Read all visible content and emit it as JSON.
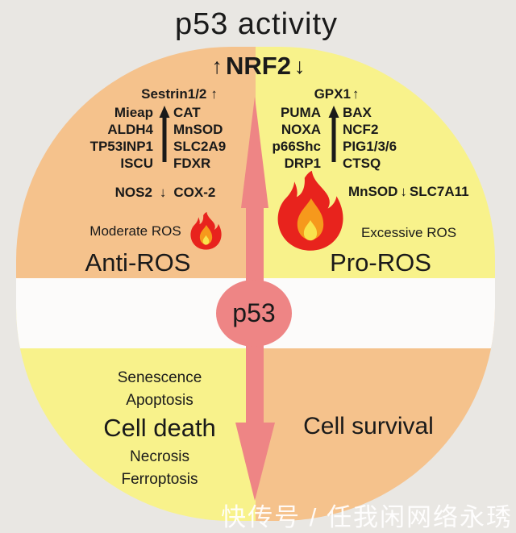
{
  "title": "p53 activity",
  "nrf2_row": {
    "up_arrow": "↑",
    "label": "NRF2",
    "down_arrow": "↓"
  },
  "center": {
    "label": "p53"
  },
  "anti_ros": {
    "header_gene": "Sestrin1/2",
    "header_arrow": "↑",
    "left_column": [
      "Mieap",
      "ALDH4",
      "TP53INP1",
      "ISCU"
    ],
    "right_column": [
      "CAT",
      "MnSOD",
      "SLC2A9",
      "FDXR"
    ],
    "pair": {
      "left": "NOS2",
      "arrow": "↓",
      "right": "COX-2"
    },
    "ros_level": "Moderate ROS",
    "label": "Anti-ROS"
  },
  "pro_ros": {
    "header_gene": "GPX1",
    "header_arrow": "↑",
    "left_column": [
      "PUMA",
      "NOXA",
      "p66Shc",
      "DRP1"
    ],
    "right_column": [
      "BAX",
      "NCF2",
      "PIG1/3/6",
      "CTSQ"
    ],
    "pair": {
      "left": "MnSOD",
      "arrow": "↓",
      "right": "SLC7A11"
    },
    "ros_level": "Excessive ROS",
    "label": "Pro-ROS"
  },
  "cell_death": {
    "above": [
      "Senescence",
      "Apoptosis"
    ],
    "label": "Cell death",
    "below": [
      "Necrosis",
      "Ferroptosis"
    ]
  },
  "cell_survival": {
    "label": "Cell survival"
  },
  "watermark": "快传号 / 任我闲网络永琇",
  "colors": {
    "background": "#e9e7e3",
    "orange_quadrant": "#f5c28c",
    "yellow_quadrant": "#f8f28b",
    "pink_accent": "#ee8585",
    "white_band": "#fcfbfa",
    "flame_red": "#e8231d",
    "flame_orange": "#f6991c",
    "flame_yellow": "#f9e34d",
    "text": "#1a1a1a"
  }
}
